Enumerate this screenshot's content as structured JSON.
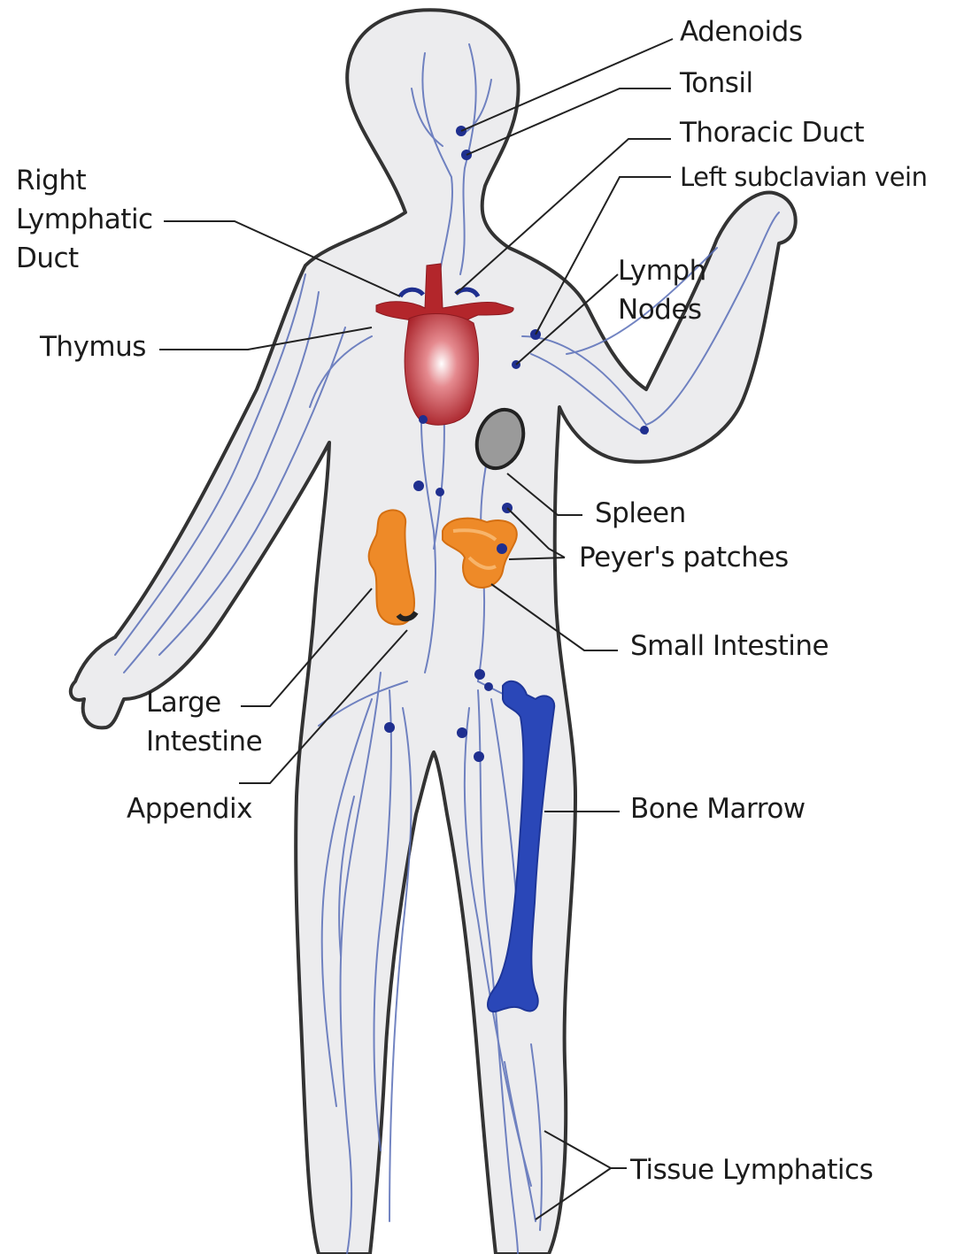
{
  "labels": {
    "adenoids": "Adenoids",
    "tonsil": "Tonsil",
    "thoracic_duct": "Thoracic Duct",
    "left_subclavian_vein": "Left subclavian vein",
    "right_lymphatic_duct": [
      "Right",
      "Lymphatic",
      "Duct"
    ],
    "lymph_nodes": [
      "Lymph",
      "Nodes"
    ],
    "thymus": "Thymus",
    "spleen": "Spleen",
    "peyers_patches": "Peyer's patches",
    "small_intestine": "Small Intestine",
    "large_intestine": [
      "Large",
      "Intestine"
    ],
    "appendix": "Appendix",
    "bone_marrow": "Bone Marrow",
    "tissue_lymphatics": "Tissue Lymphatics"
  },
  "colors": {
    "outline": "#333333",
    "body_fill": "#ececee",
    "vessel": "#5a6fb8",
    "node": "#1f2f8f",
    "thymus": "#b3262b",
    "spleen": "#9a9a9a",
    "intestine": "#ee8a28",
    "bone_marrow": "#2a47b8",
    "leader": "#222222"
  }
}
